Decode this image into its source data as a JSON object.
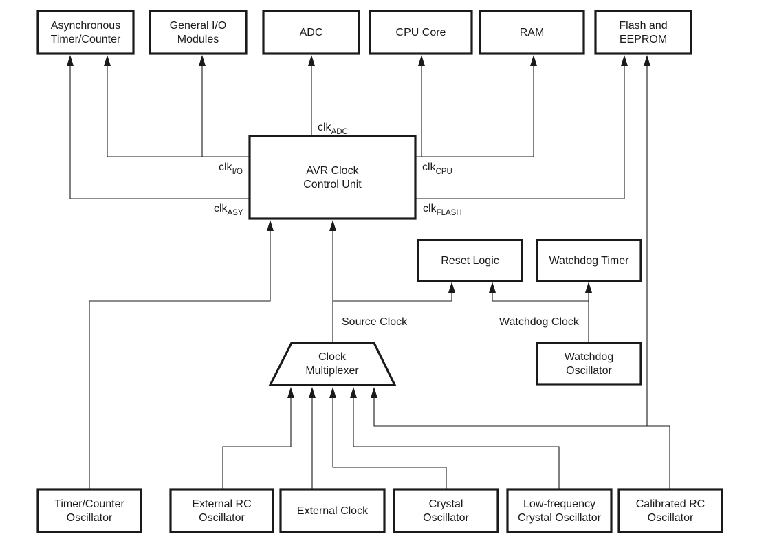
{
  "diagram": {
    "title": "AVR Clock Distribution",
    "consumers": [
      {
        "id": "async-timer",
        "lines": [
          "Asynchronous",
          "Timer/Counter"
        ]
      },
      {
        "id": "general-io",
        "lines": [
          "General I/O",
          "Modules"
        ]
      },
      {
        "id": "adc",
        "lines": [
          "ADC"
        ]
      },
      {
        "id": "cpu-core",
        "lines": [
          "CPU Core"
        ]
      },
      {
        "id": "ram",
        "lines": [
          "RAM"
        ]
      },
      {
        "id": "flash-eeprom",
        "lines": [
          "Flash and",
          "EEPROM"
        ]
      }
    ],
    "control_unit": {
      "lines": [
        "AVR Clock",
        "Control Unit"
      ]
    },
    "clock_signals": {
      "adc": {
        "base": "clk",
        "sub": "ADC"
      },
      "io": {
        "base": "clk",
        "sub": "I/O"
      },
      "asy": {
        "base": "clk",
        "sub": "ASY"
      },
      "cpu": {
        "base": "clk",
        "sub": "CPU"
      },
      "flash": {
        "base": "clk",
        "sub": "FLASH"
      }
    },
    "reset_logic": {
      "lines": [
        "Reset  Logic"
      ]
    },
    "watchdog_timer": {
      "lines": [
        "Watchdog  Timer"
      ]
    },
    "watchdog_oscillator": {
      "lines": [
        "Watchdog",
        "Oscillator"
      ]
    },
    "multiplexer": {
      "lines": [
        "Clock",
        "Multiplexer"
      ]
    },
    "signal_labels": {
      "source_clock": "Source Clock",
      "watchdog_clock": "Watchdog Clock"
    },
    "sources": [
      {
        "id": "tc-osc",
        "lines": [
          "Timer/Counter",
          "Oscillator"
        ]
      },
      {
        "id": "ext-rc",
        "lines": [
          "External RC",
          "Oscillator"
        ]
      },
      {
        "id": "ext-clock",
        "lines": [
          "External Clock"
        ]
      },
      {
        "id": "crystal",
        "lines": [
          "Crystal",
          "Oscillator"
        ]
      },
      {
        "id": "lf-crystal",
        "lines": [
          "Low-frequency",
          "Crystal Oscillator"
        ]
      },
      {
        "id": "cal-rc",
        "lines": [
          "Calibrated RC",
          "Oscillator"
        ]
      }
    ]
  }
}
